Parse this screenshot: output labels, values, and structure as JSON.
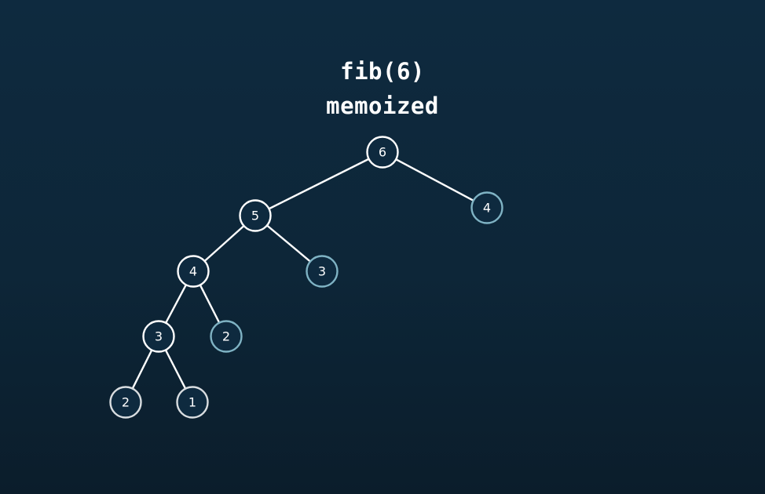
{
  "title": {
    "line1": "fib(6)",
    "line2": "memoized"
  },
  "colors": {
    "background": "#0d2638",
    "edge": "#ffffff",
    "node_stroke_computed": "#ffffff",
    "node_stroke_leaf": "#d9dde0",
    "node_stroke_memo": "#7fb3c4",
    "node_fill": "#0e2a3f",
    "label": "#ffffff"
  },
  "tree": {
    "nodes": [
      {
        "id": "n6",
        "label": "6",
        "kind": "computed"
      },
      {
        "id": "n5",
        "label": "5",
        "kind": "computed"
      },
      {
        "id": "m4",
        "label": "4",
        "kind": "memo"
      },
      {
        "id": "n4",
        "label": "4",
        "kind": "computed"
      },
      {
        "id": "m3",
        "label": "3",
        "kind": "memo"
      },
      {
        "id": "n3",
        "label": "3",
        "kind": "computed"
      },
      {
        "id": "m2",
        "label": "2",
        "kind": "memo"
      },
      {
        "id": "b2",
        "label": "2",
        "kind": "leaf"
      },
      {
        "id": "b1",
        "label": "1",
        "kind": "leaf"
      }
    ],
    "edges": [
      [
        "n6",
        "n5"
      ],
      [
        "n6",
        "m4"
      ],
      [
        "n5",
        "n4"
      ],
      [
        "n5",
        "m3"
      ],
      [
        "n4",
        "n3"
      ],
      [
        "n4",
        "m2"
      ],
      [
        "n3",
        "b2"
      ],
      [
        "n3",
        "b1"
      ]
    ]
  }
}
